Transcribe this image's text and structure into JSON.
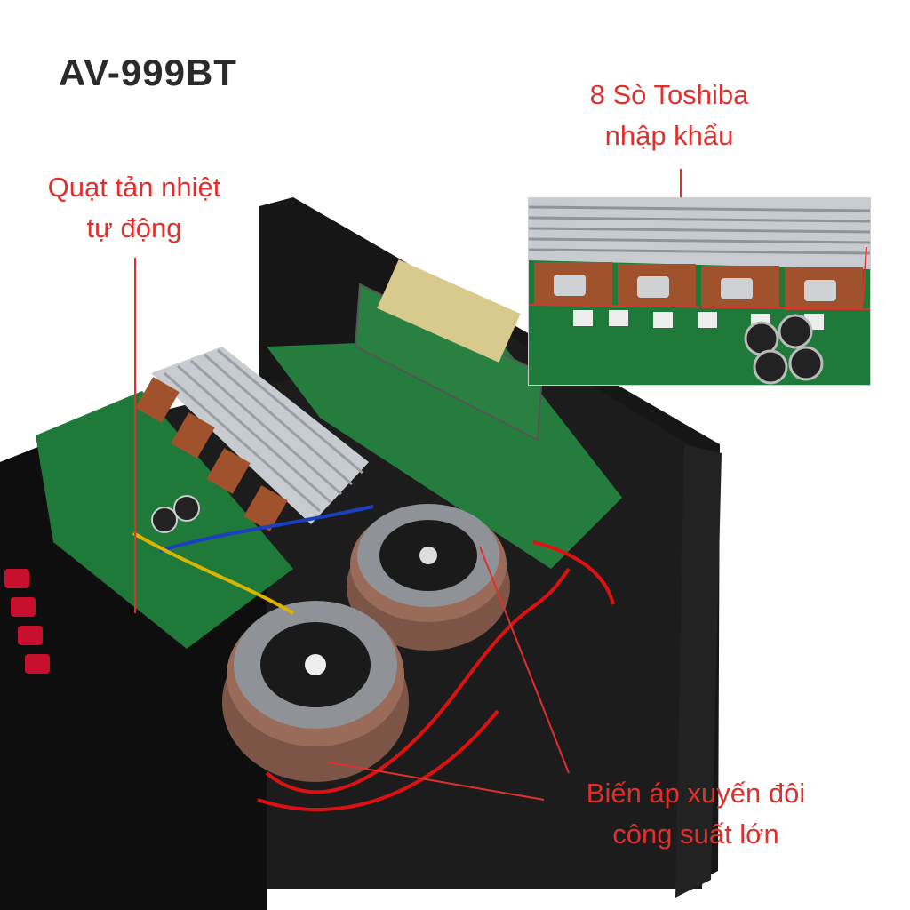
{
  "title": "AV-999BT",
  "labels": {
    "fan_line1": "Quạt tản nhiệt",
    "fan_line2": "tự động",
    "ic_line1": "8 Sò Toshiba",
    "ic_line2": "nhập khẩu",
    "transformer_line1": "Biến áp xuyến đôi",
    "transformer_line2": "công suất lớn"
  },
  "colors": {
    "callout": "#e0302e",
    "chassis": "#141414",
    "pcb": "#1f7a3a",
    "heatsink": "#c8ccd0",
    "transformer_band": "#8a5a4a"
  }
}
